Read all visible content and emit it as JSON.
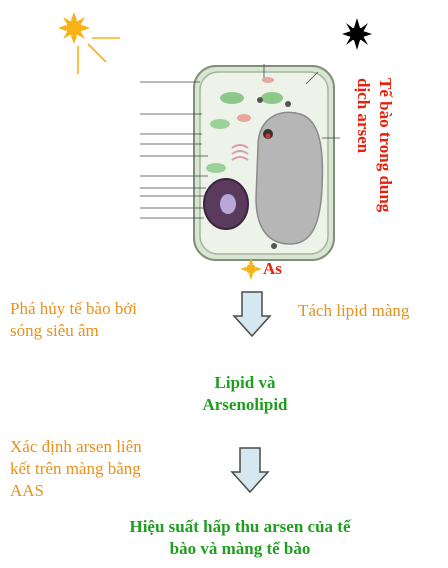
{
  "cell_side_label": [
    "Tế bào trong dung",
    "dịch arsen"
  ],
  "as_label": "As",
  "step1_left": [
    "Phá hủy tế bào bởi",
    "sóng siêu âm"
  ],
  "step1_right": "Tách lipid màng",
  "result1": [
    "Lipid và",
    "Arsenolipid"
  ],
  "step2_left": [
    "Xác định arsen liên",
    "kết trên màng bằng",
    "AAS"
  ],
  "result2": [
    "Hiệu suất hấp thu arsen của tế",
    "bào và màng tế bào"
  ],
  "colors": {
    "orange": "#e8901a",
    "green": "#1f9e20",
    "red": "#e8200c",
    "sun": "#f7b215",
    "arrow_fill": "#d6e8ef",
    "arrow_stroke": "#4a4a4a"
  },
  "icons": [
    "sun-icon",
    "dark-star-icon",
    "plant-cell-illustration",
    "down-arrow-icon"
  ]
}
